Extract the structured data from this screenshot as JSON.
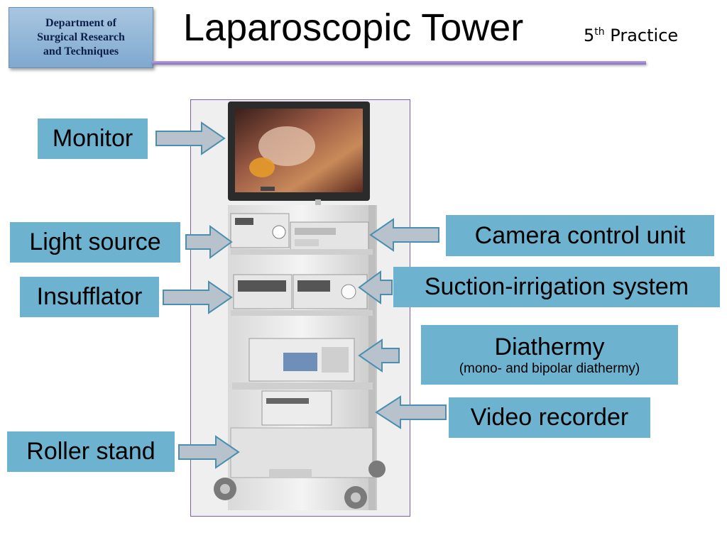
{
  "header": {
    "department_line1": "Department of",
    "department_line2": "Surgical Research",
    "department_line3": "and Techniques",
    "title": "Laparoscopic Tower",
    "practice_number": "5",
    "practice_suffix": "th",
    "practice_label": "Practice"
  },
  "labels": {
    "monitor": "Monitor",
    "light_source": "Light source",
    "insufflator": "Insufflator",
    "roller_stand": "Roller stand",
    "camera_control_unit": "Camera control unit",
    "suction_irrigation": "Suction-irrigation system",
    "diathermy": "Diathermy",
    "diathermy_sub": "(mono- and bipolar diathermy)",
    "video_recorder": "Video recorder"
  },
  "colors": {
    "label_bg": "#6db3cf",
    "arrow_fill": "#b8c2cc",
    "arrow_stroke": "#4a8fb0",
    "rule": "#8a6fc0",
    "dept_bg": "#8fb4d8"
  }
}
